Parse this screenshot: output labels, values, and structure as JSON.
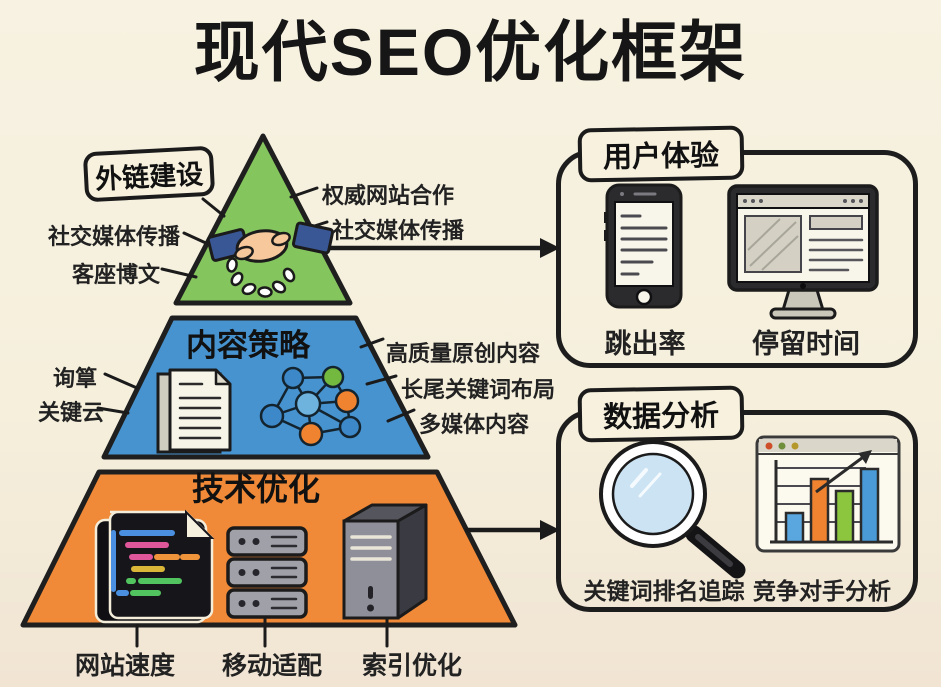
{
  "title": "现代SEO优化框架",
  "pyramid": {
    "levels": [
      {
        "name": "link-building",
        "tab_label": "外链建设",
        "color": "#85c55e",
        "left_labels": [
          "社交媒体传播",
          "客座博文"
        ],
        "right_labels": [
          "权威网站合作",
          "社交媒体传播"
        ],
        "icon": "handshake-chain-icon"
      },
      {
        "name": "content-strategy",
        "title": "内容策略",
        "color": "#4793cf",
        "left_labels": [
          "询筸",
          "关键云"
        ],
        "right_labels": [
          "高质量原创内容",
          "长尾关键词布局",
          "多媒体内容"
        ],
        "icons": [
          "document-stack-icon",
          "network-graph-icon"
        ]
      },
      {
        "name": "technical-optimization",
        "title": "技术优化",
        "color": "#f08a38",
        "bottom_labels": [
          "网站速度",
          "移动适配",
          "索引优化"
        ],
        "icons": [
          "code-file-icon",
          "server-stack-icon",
          "server-tower-icon"
        ]
      }
    ]
  },
  "panels": [
    {
      "name": "user-experience",
      "tab_label": "用户体验",
      "items": [
        {
          "icon": "smartphone-icon",
          "label": "跳出率"
        },
        {
          "icon": "desktop-monitor-icon",
          "label": "停留时间"
        }
      ]
    },
    {
      "name": "data-analysis",
      "tab_label": "数据分析",
      "items": [
        {
          "icon": "magnifier-icon",
          "label": "关键词排名追踪"
        },
        {
          "icon": "bar-chart-icon",
          "label": "竞争对手分析"
        }
      ]
    }
  ],
  "colors": {
    "background": "#f5efdc",
    "ink": "#1d1d1d",
    "level_green": "#85c55e",
    "level_blue": "#4793cf",
    "level_orange": "#f08a38"
  }
}
